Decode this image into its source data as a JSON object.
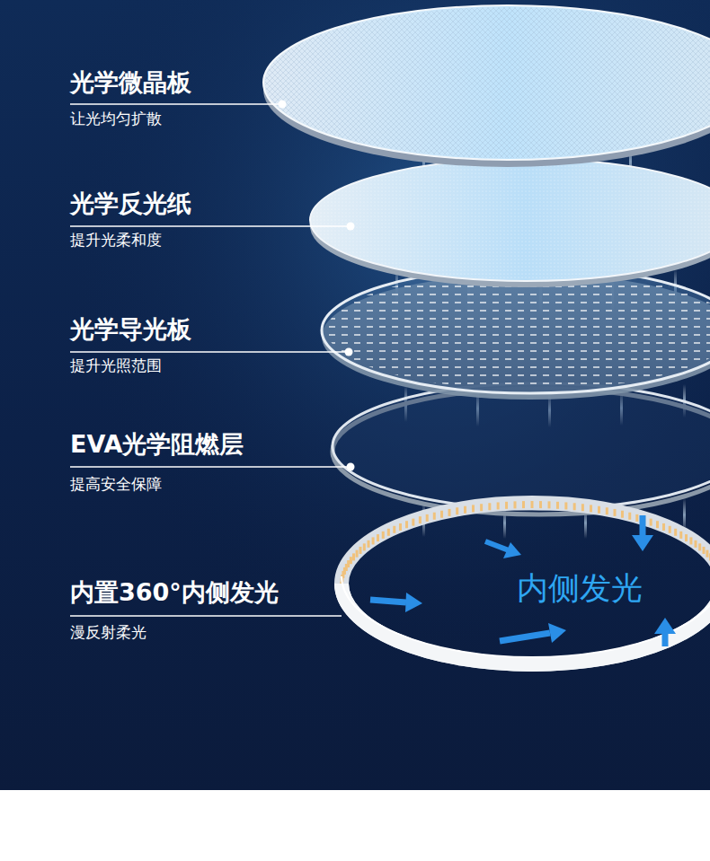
{
  "diagram": {
    "labels": [
      "光学微晶板",
      "让光均匀扩散",
      "光学反光纸",
      "提升光柔和度",
      "光学导光板",
      "提升光照范围",
      "EVA光学阻燃层",
      "提高安全保障",
      "内置360°内侧发光",
      "内侧发光",
      "漫反射柔光"
    ]
  }
}
